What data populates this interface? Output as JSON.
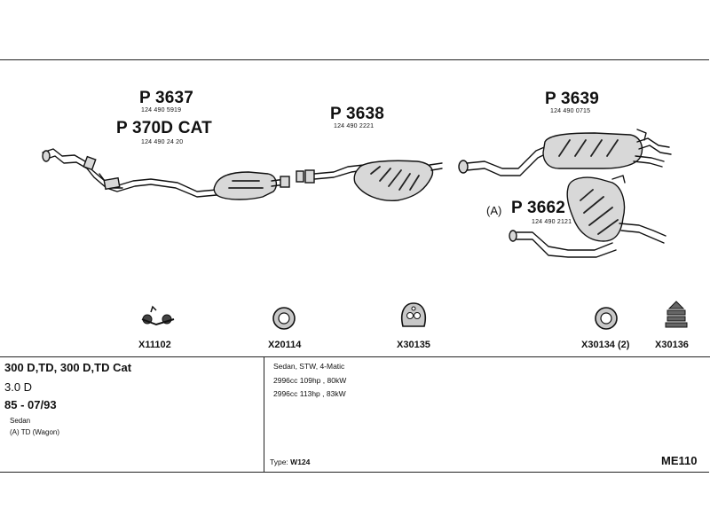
{
  "parts": [
    {
      "number": "P 3637",
      "oe": "124 490 5919"
    },
    {
      "number": "P 370D CAT",
      "oe": "124 490 24 20"
    },
    {
      "number": "P 3638",
      "oe": "124 490 2221"
    },
    {
      "number": "P 3639",
      "oe": "124 490 0715"
    },
    {
      "number": "P 3662",
      "oe": "124 490 2121",
      "variant": "(A)"
    }
  ],
  "hardware": [
    {
      "code": "X11102",
      "icon": "bracket-icon"
    },
    {
      "code": "X20114",
      "icon": "rubber-ring-icon"
    },
    {
      "code": "X30135",
      "icon": "rubber-hanger-icon"
    },
    {
      "code": "X30134 (2)",
      "icon": "rubber-ring-icon"
    },
    {
      "code": "X30136",
      "icon": "rubber-mount-icon"
    }
  ],
  "engine": {
    "name": "300 D,TD, 300 D,TD Cat",
    "displacement": "3.0 D",
    "years": "85 - 07/93",
    "body": "Sedan",
    "variant": "(A) TD (Wagon)"
  },
  "specs": [
    "Sedan, STW, 4-Matic",
    "2996cc 109hp , 80kW",
    "2996cc 113hp , 83kW"
  ],
  "type": {
    "label": "Type:",
    "value": "W124"
  },
  "diagram_code": "ME110"
}
